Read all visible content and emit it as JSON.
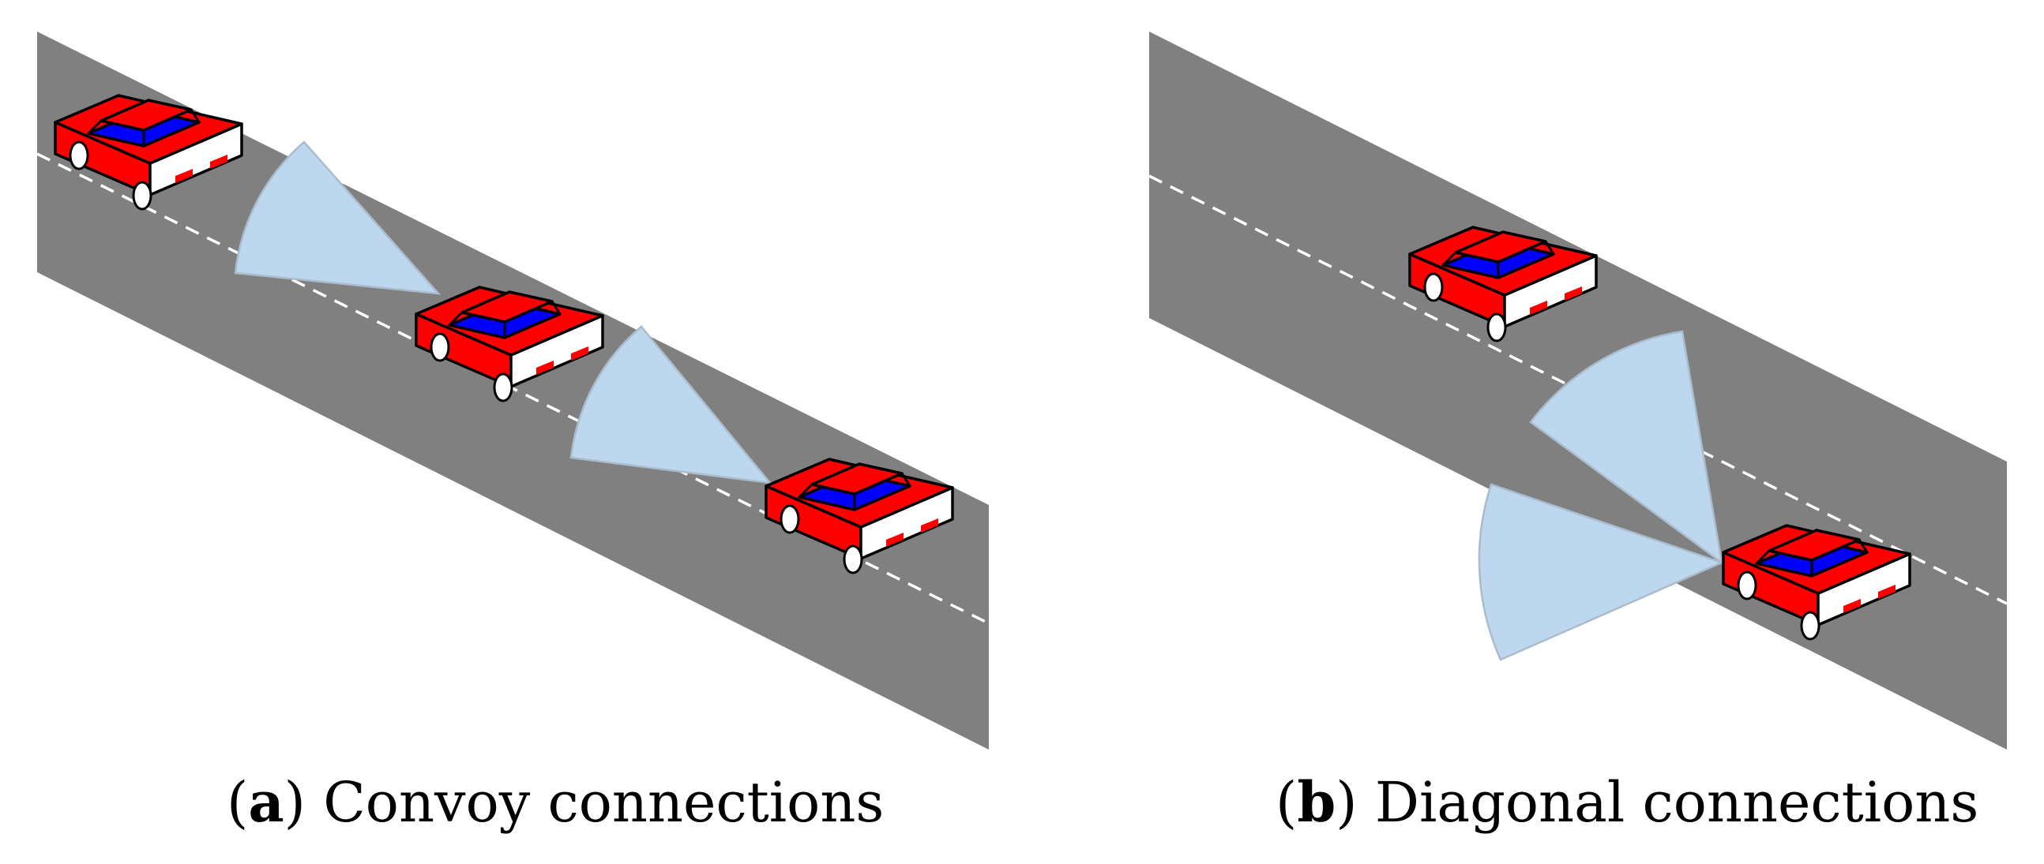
{
  "colors": {
    "background": "#ffffff",
    "road": "#808080",
    "lane_marking": "#ffffff",
    "car_body": "#ff0000",
    "car_window": "#0000ff",
    "car_rear": "#ffffff",
    "car_outline": "#000000",
    "sensor_cone": "#bdd7ee"
  },
  "icons": {
    "vehicle": "car-icon",
    "sensor_coverage": "sensor-cone-icon"
  },
  "panels": [
    {
      "id": "a",
      "letter": "a",
      "title": "Convoy connections",
      "vehicle_count": 3,
      "connection_count": 2
    },
    {
      "id": "b",
      "letter": "b",
      "title": "Diagonal connections",
      "vehicle_count": 2,
      "connection_count": 2
    }
  ]
}
